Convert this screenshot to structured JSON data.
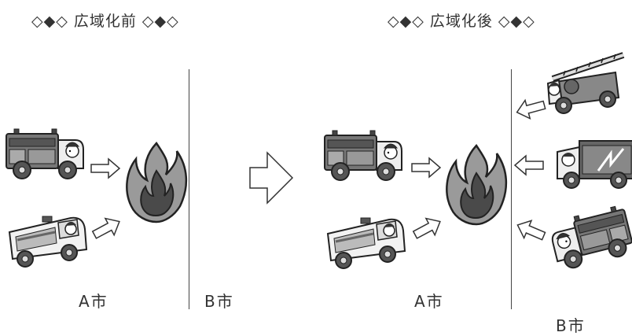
{
  "before": {
    "title": "◇◆◇ 広域化前 ◇◆◇",
    "city_a": "A市",
    "city_b": "B市"
  },
  "after": {
    "title": "◇◆◇ 広域化後 ◇◆◇",
    "city_a": "A市",
    "city_b": "B市"
  },
  "icons": [
    "fire-engine-icon",
    "ambulance-icon",
    "fire-icon",
    "ladder-truck-icon",
    "rescue-truck-icon",
    "arrow-icon"
  ]
}
